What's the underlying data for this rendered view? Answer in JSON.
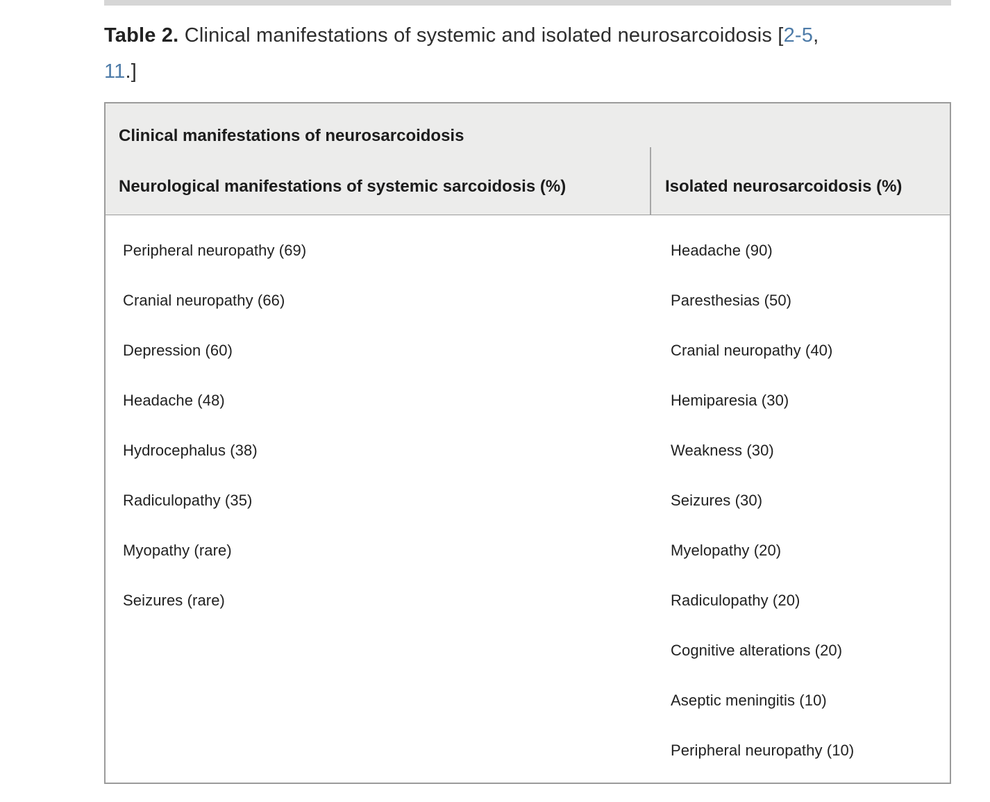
{
  "title": {
    "label": "Table 2.",
    "text": " Clinical manifestations of systemic and isolated neurosarcoidosis [",
    "ref1": "2-5",
    "sep": ",",
    "ref2": "11",
    "end": ".]"
  },
  "table": {
    "caption": "Clinical manifestations of neurosarcoidosis",
    "columns": {
      "systemic": "Neurological manifestations of systemic sarcoidosis (%)",
      "isolated": "Isolated neurosarcoidosis (%)"
    },
    "systemic_items": [
      "Peripheral neuropathy (69)",
      "Cranial neuropathy (66)",
      "Depression (60)",
      "Headache (48)",
      "Hydrocephalus (38)",
      "Radiculopathy (35)",
      "Myopathy (rare)",
      "Seizures (rare)"
    ],
    "isolated_items": [
      "Headache (90)",
      "Paresthesias (50)",
      "Cranial neuropathy (40)",
      "Hemiparesia (30)",
      "Weakness (30)",
      "Seizures (30)",
      "Myelopathy (20)",
      "Radiculopathy (20)",
      "Cognitive alterations (20)",
      "Aseptic meningitis (10)",
      "Peripheral neuropathy (10)"
    ]
  },
  "colors": {
    "link": "#4d7ba8",
    "header_background": "#ececeb",
    "table_border": "#9b9b9b",
    "top_rule": "#d6d6d6",
    "body_text": "#212121"
  }
}
